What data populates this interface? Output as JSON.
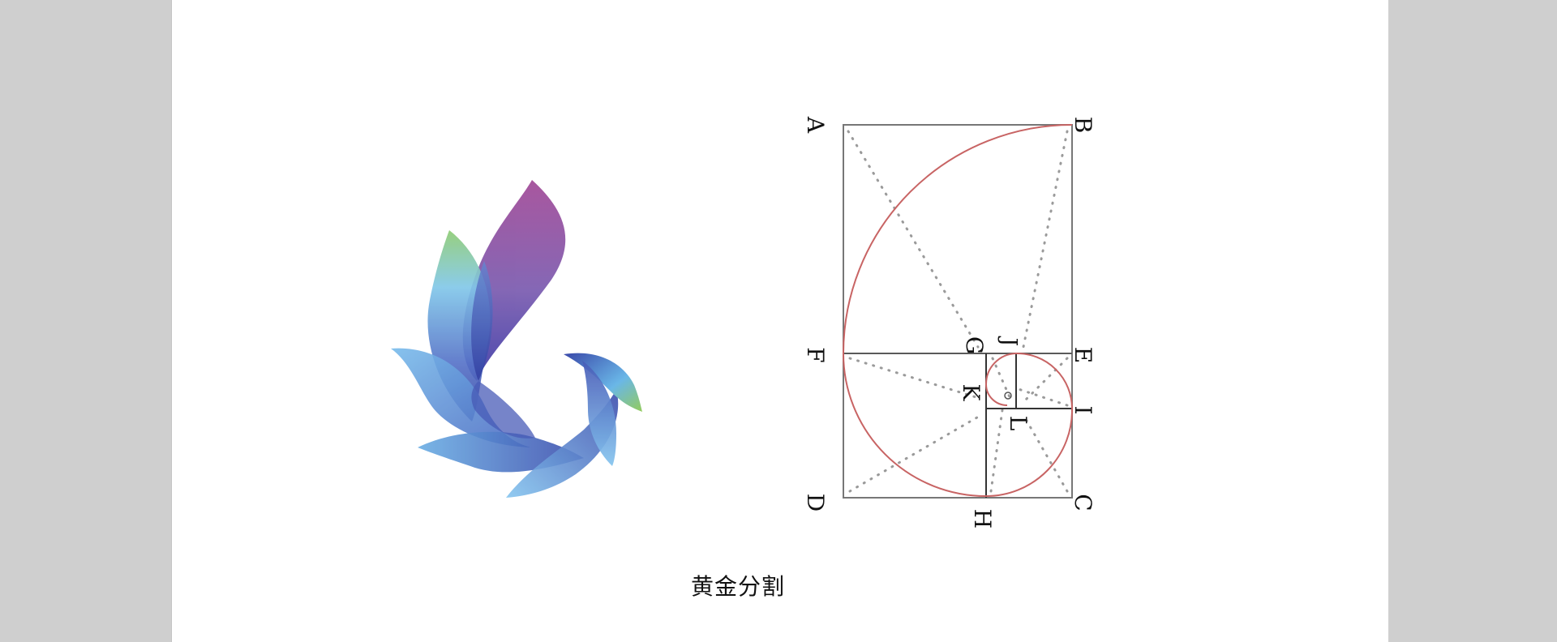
{
  "caption": "黄金分割",
  "logo": {
    "description": "bird-shaped petal logo",
    "colors": {
      "purple": "#9b4a9c",
      "blue_dark": "#2a3a9f",
      "blue_light": "#6fb6e8",
      "green": "#8cc850"
    }
  },
  "diagram": {
    "title": "golden-spiral-rectangle",
    "labels": {
      "A": "A",
      "B": "B",
      "C": "C",
      "D": "D",
      "E": "E",
      "F": "F",
      "G": "G",
      "H": "H",
      "I": "I",
      "J": "J",
      "K": "K",
      "L": "L"
    },
    "colors": {
      "frame": "#555555",
      "spiral": "#c85a5a",
      "dots": "#999999"
    }
  }
}
